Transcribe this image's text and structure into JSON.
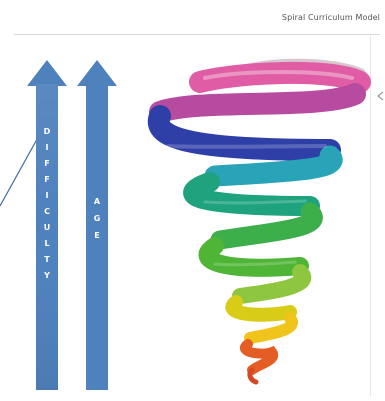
{
  "title": "Spiral Curriculum Model",
  "arrows": [
    {
      "label": "DIFFICULTY",
      "color": "#4f81bd"
    },
    {
      "label": "AGE",
      "color": "#4f81bd"
    }
  ],
  "spiral_colors": [
    "#f06ab0",
    "#7a2f8f",
    "#3a4fbf",
    "#27b7c0",
    "#2bb36a",
    "#7ac943",
    "#f2d11c",
    "#e05a24"
  ],
  "connector_color": "#3f6aa5"
}
